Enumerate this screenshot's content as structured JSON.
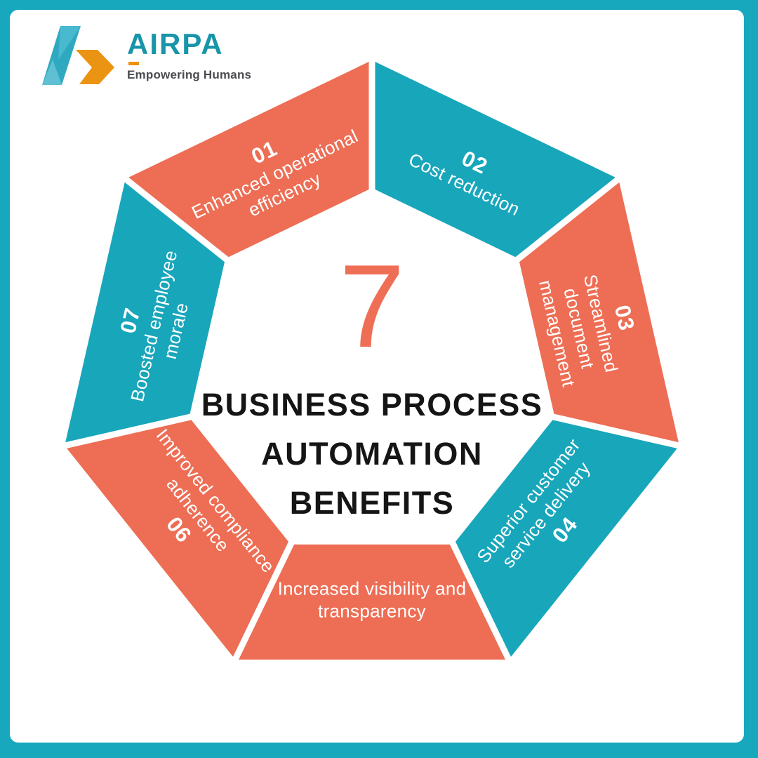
{
  "logo": {
    "brand": "AIRPA",
    "tagline": "Empowering Humans"
  },
  "center": {
    "count": "7",
    "title": "BUSINESS PROCESS\nAUTOMATION\nBENEFITS"
  },
  "colors": {
    "coral": "#ED6E55",
    "teal": "#18A6BB",
    "frame": "#17A8BD",
    "card_background": "#FFFFFF",
    "segment_text": "#FFFFFF",
    "title_text": "#151515",
    "count_text": "#EE6F55",
    "brand_text": "#1795A9",
    "brand_orange": "#EB9312",
    "tagline_text": "#4B4B52"
  },
  "segments": [
    {
      "number": "01",
      "label": "Enhanced operational\nefficiency",
      "color": "coral"
    },
    {
      "number": "02",
      "label": "Cost reduction",
      "color": "teal"
    },
    {
      "number": "03",
      "label": "Streamlined document\nmanagement",
      "color": "coral"
    },
    {
      "number": "04",
      "label": "Superior customer\nservice delivery",
      "color": "teal"
    },
    {
      "number": "",
      "label": "Increased visibility and\ntransparency",
      "color": "coral"
    },
    {
      "number": "06",
      "label": "Improved compliance\nadherence",
      "color": "coral"
    },
    {
      "number": "07",
      "label": "Boosted employee\nmorale",
      "color": "teal"
    }
  ]
}
